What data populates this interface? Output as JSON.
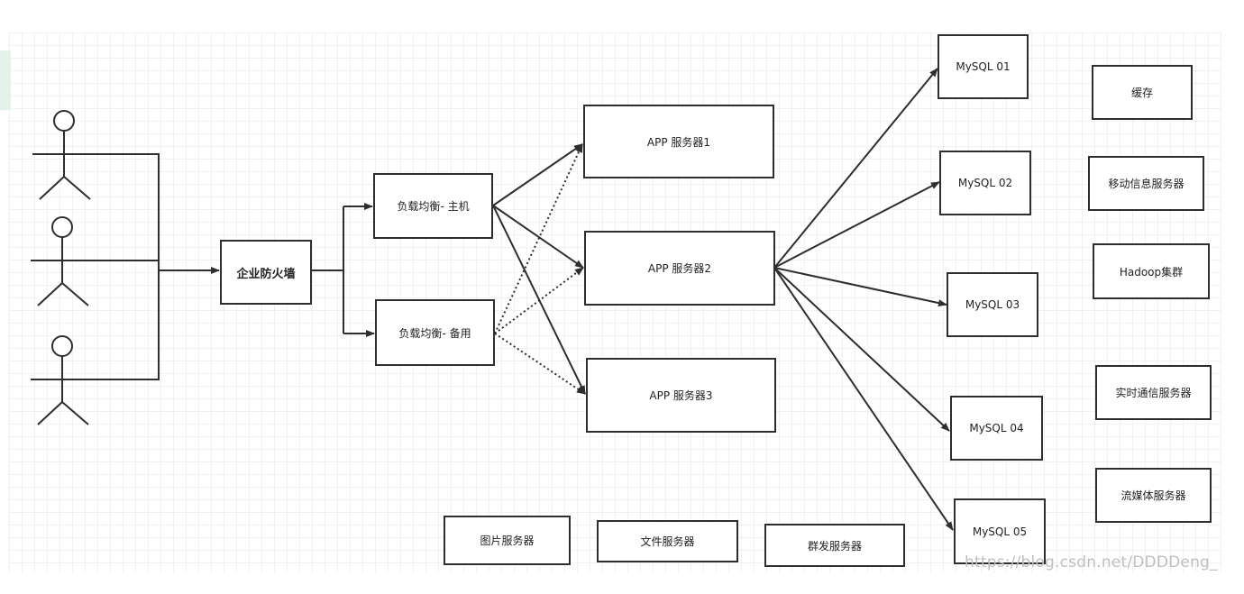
{
  "colors": {
    "grid": "#e6e6e6",
    "line": "#2e2e2e",
    "watermark": "#bfbfbf",
    "accent_edge": "#e3f3ea"
  },
  "icons": [
    "stick-figure-user",
    "stick-figure-user",
    "stick-figure-user"
  ],
  "nodes": {
    "firewall": "企业防火墙",
    "lb_main": "负载均衡- 主机",
    "lb_backup": "负载均衡- 备用",
    "app1": "APP 服务器1",
    "app2": "APP 服务器2",
    "app3": "APP 服务器3",
    "mysql01": "MySQL 01",
    "mysql02": "MySQL 02",
    "mysql03": "MySQL 03",
    "mysql04": "MySQL 04",
    "mysql05": "MySQL 05",
    "cache": "缓存",
    "mobile_msg": "移动信息服务器",
    "hadoop": "Hadoop集群",
    "realtime": "实时通信服务器",
    "streaming": "流媒体服务器",
    "image_server": "图片服务器",
    "file_server": "文件服务器",
    "mass_send": "群发服务器"
  },
  "watermark": "https://blog.csdn.net/DDDDeng_"
}
